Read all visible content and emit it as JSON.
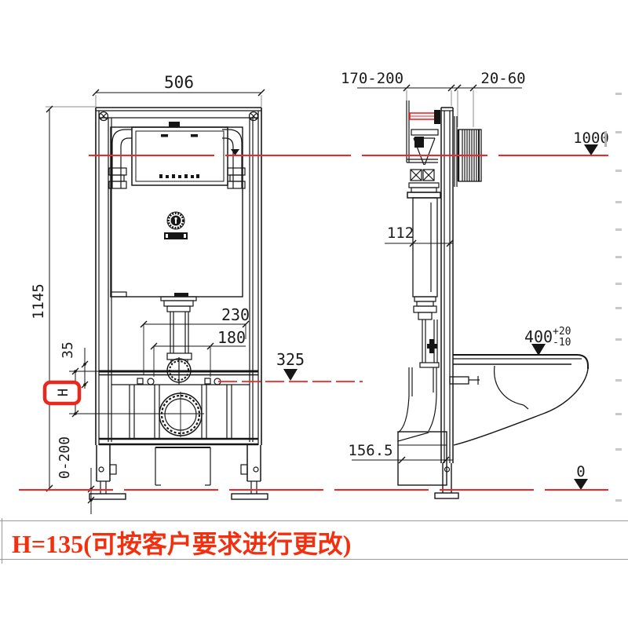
{
  "note": "H=135(可按客户要求进行更改)",
  "front_view": {
    "width": "506",
    "height": "1145",
    "flush_pipe_offset": "35",
    "h_label": "H",
    "floor_adjust": "0-200",
    "fixing_width_outer": "230",
    "fixing_width_inner": "180",
    "seat_ref": "325"
  },
  "side_view": {
    "install_depth": "170-200",
    "plate_depth": "20-60",
    "top_level": "1000",
    "tank_depth": "112",
    "drain_offset": "156.5",
    "seat_height": "400",
    "seat_height_tol_plus": "+20",
    "seat_height_tol_minus": "-10",
    "floor_level": "0"
  },
  "colors": {
    "reference_line_red": "#fa2323",
    "h_box_red": "#e8281c",
    "note_red": "#f23010",
    "drawing_black": "#161616"
  }
}
